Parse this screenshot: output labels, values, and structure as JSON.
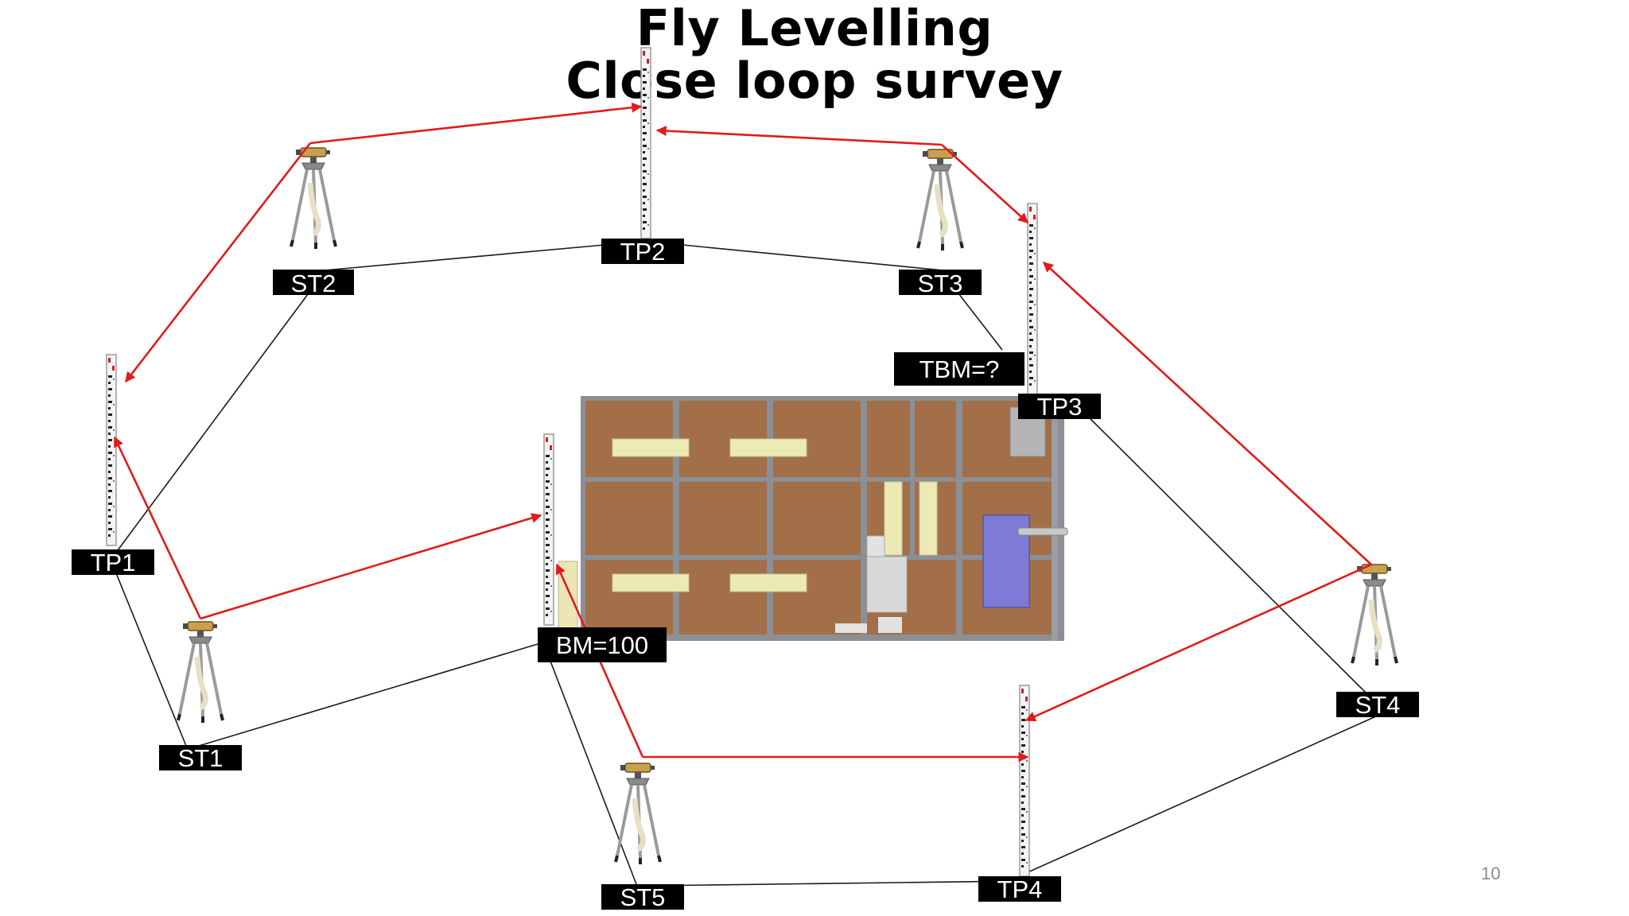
{
  "slide": {
    "title_line1": "Fly Levelling",
    "title_line2": "Close loop survey",
    "page_number": "10"
  },
  "labels": {
    "st1": "ST1",
    "st2": "ST2",
    "st3": "ST3",
    "st4": "ST4",
    "st5": "ST5",
    "tp1": "TP1",
    "tp2": "TP2",
    "tp3": "TP3",
    "tp4": "TP4",
    "bm": "BM=100",
    "tbm": "TBM=?"
  },
  "colors": {
    "sight_line": "#e01b1b",
    "ground_line": "#1a1a1a",
    "label_bg": "#000000",
    "building_wall": "#a26f48",
    "building_frame": "#8c8f94",
    "window": "#ede9b4",
    "door": "#7f7ad6"
  },
  "icons": {
    "instrument": "level-on-tripod-icon",
    "staff": "levelling-staff-icon"
  }
}
